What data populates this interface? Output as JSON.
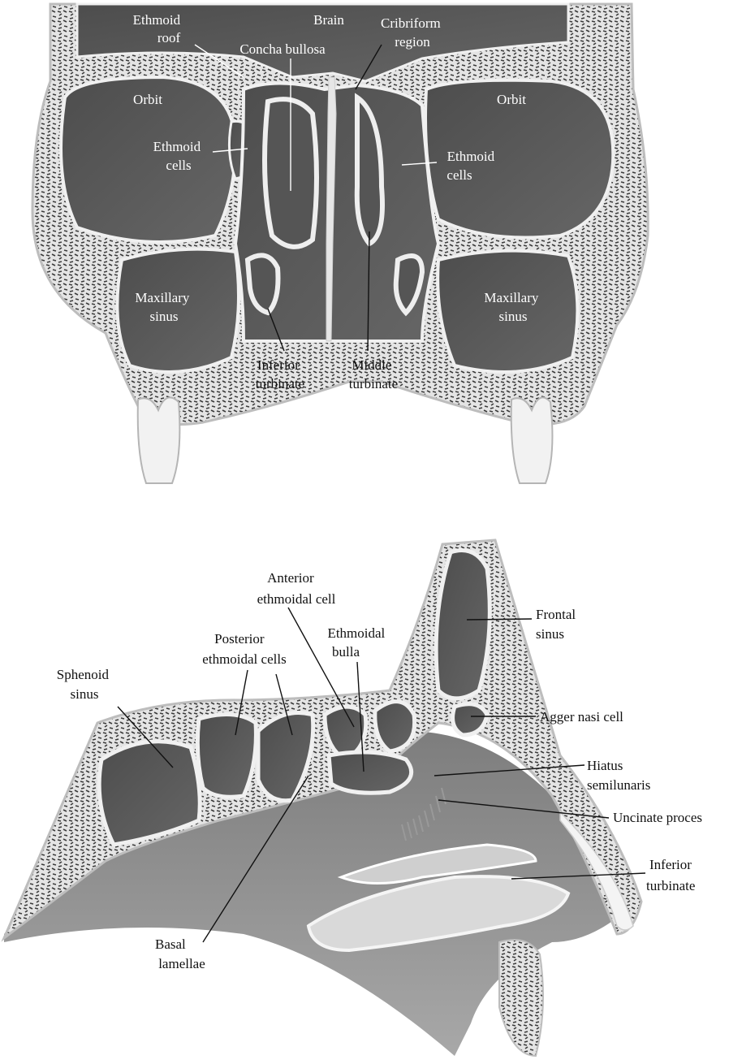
{
  "coronal": {
    "labels": {
      "ethmoid_roof": [
        "Ethmoid",
        "roof"
      ],
      "brain": "Brain",
      "cribriform": [
        "Cribriform",
        "region"
      ],
      "concha_bullosa": "Concha bullosa",
      "orbit_left": "Orbit",
      "orbit_right": "Orbit",
      "ethmoid_cells_left": [
        "Ethmoid",
        "cells"
      ],
      "ethmoid_cells_right": [
        "Ethmoid",
        "cells"
      ],
      "maxillary_left": [
        "Maxillary",
        "sinus"
      ],
      "maxillary_right": [
        "Maxillary",
        "sinus"
      ],
      "inferior_turbinate": [
        "Inferior",
        "turbinate"
      ],
      "middle_turbinate": [
        "Middle",
        "turbinate"
      ]
    }
  },
  "sagittal": {
    "labels": {
      "anterior_ethmoidal_cell": [
        "Anterior",
        "ethmoidal cell"
      ],
      "posterior_ethmoidal_cells": [
        "Posterior",
        "ethmoidal cells"
      ],
      "ethmoidal_bulla": [
        "Ethmoidal",
        "bulla"
      ],
      "sphenoid_sinus": [
        "Sphenoid",
        "sinus"
      ],
      "frontal_sinus": [
        "Frontal",
        "sinus"
      ],
      "agger_nasi_cell": "Agger nasi cell",
      "hiatus_semilunaris": [
        "Hiatus",
        "semilunaris"
      ],
      "uncinate_process": "Uncinate proces",
      "inferior_turbinate": [
        "Inferior",
        "turbinate"
      ],
      "basal_lamellae": [
        "Basal",
        "lamellae"
      ]
    }
  },
  "colors": {
    "cavity": "#5a5a5a",
    "bone": "#e2e2e2",
    "soft_tissue": "#8a8a8a"
  }
}
